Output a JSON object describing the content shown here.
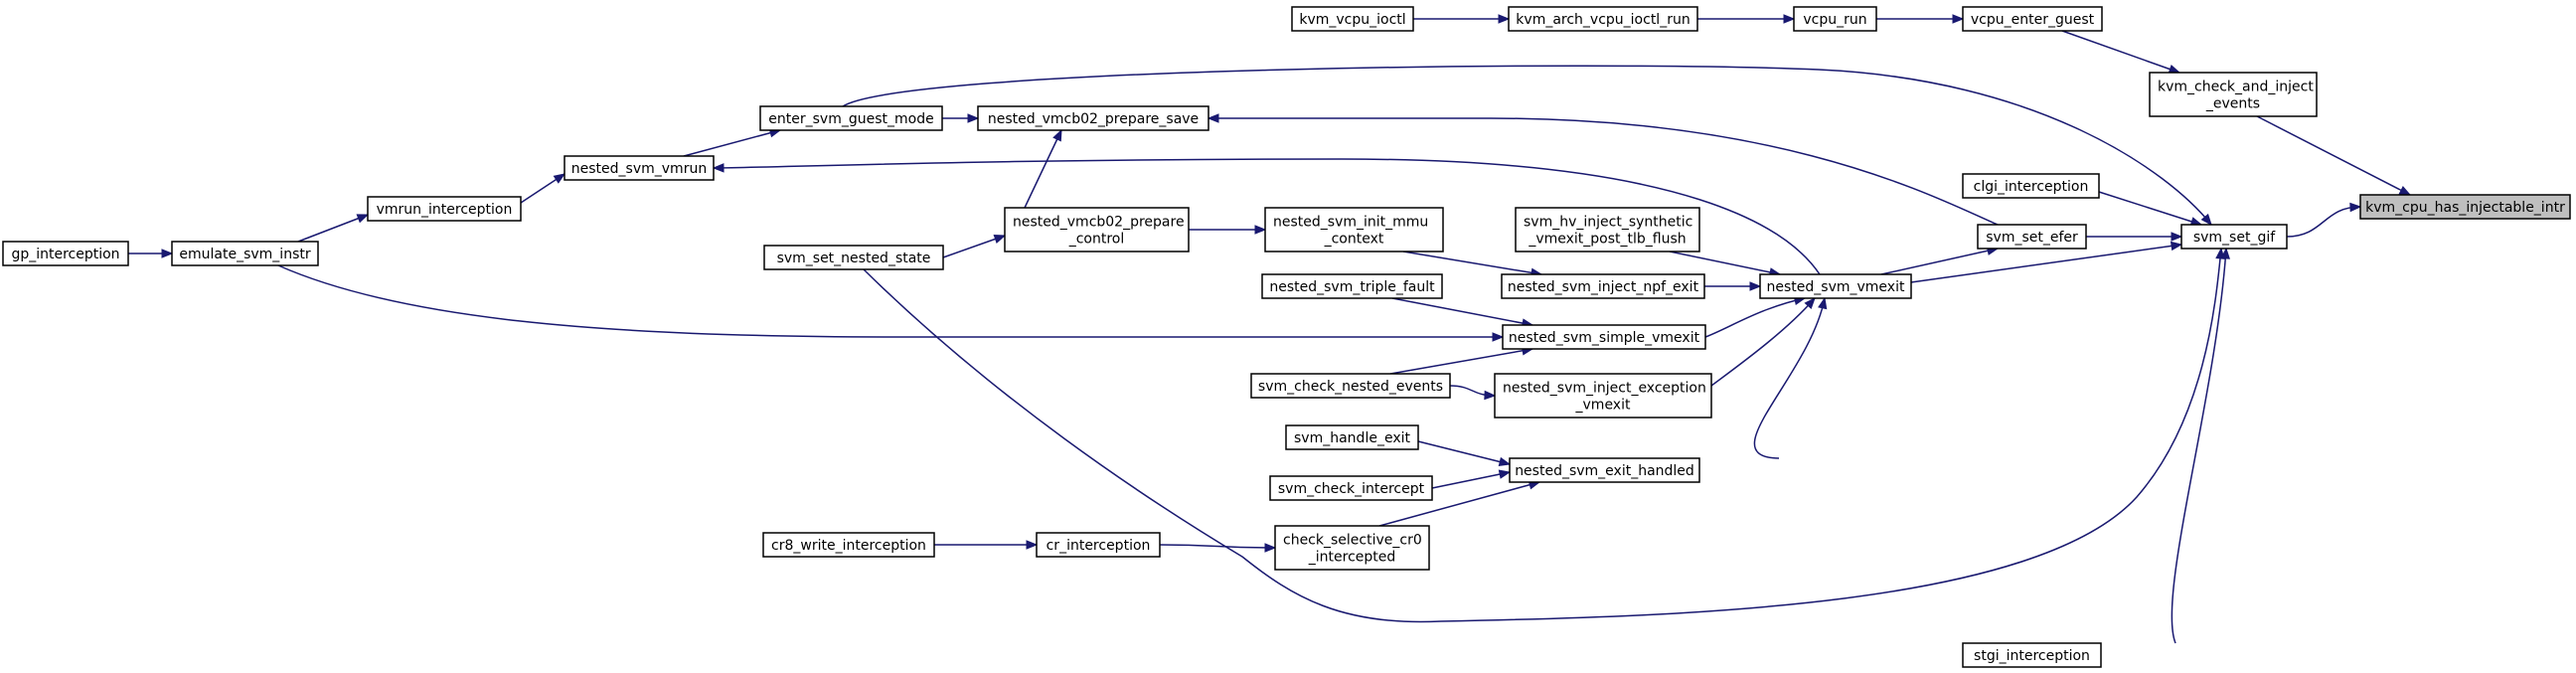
{
  "nodes": [
    {
      "id": "kvm_vcpu_ioctl",
      "lines": [
        "kvm_vcpu_ioctl"
      ]
    },
    {
      "id": "kvm_arch_vcpu_ioctl_run",
      "lines": [
        "kvm_arch_vcpu_ioctl_run"
      ]
    },
    {
      "id": "vcpu_run",
      "lines": [
        "vcpu_run"
      ]
    },
    {
      "id": "vcpu_enter_guest",
      "lines": [
        "vcpu_enter_guest"
      ]
    },
    {
      "id": "kvm_check_and_inject_events",
      "lines": [
        "kvm_check_and_inject",
        "_events"
      ]
    },
    {
      "id": "kvm_cpu_has_injectable_intr",
      "lines": [
        "kvm_cpu_has_injectable_intr"
      ],
      "highlight": true
    },
    {
      "id": "enter_svm_guest_mode",
      "lines": [
        "enter_svm_guest_mode"
      ]
    },
    {
      "id": "nested_vmcb02_prepare_save",
      "lines": [
        "nested_vmcb02_prepare_save"
      ]
    },
    {
      "id": "nested_svm_vmrun",
      "lines": [
        "nested_svm_vmrun"
      ]
    },
    {
      "id": "vmrun_interception",
      "lines": [
        "vmrun_interception"
      ]
    },
    {
      "id": "gp_interception",
      "lines": [
        "gp_interception"
      ]
    },
    {
      "id": "emulate_svm_instr",
      "lines": [
        "emulate_svm_instr"
      ]
    },
    {
      "id": "svm_set_nested_state",
      "lines": [
        "svm_set_nested_state"
      ]
    },
    {
      "id": "nested_vmcb02_prepare_control",
      "lines": [
        "nested_vmcb02_prepare",
        "_control"
      ]
    },
    {
      "id": "nested_svm_init_mmu_context",
      "lines": [
        "nested_svm_init_mmu",
        "_context"
      ]
    },
    {
      "id": "svm_hv_inject_synthetic",
      "lines": [
        "svm_hv_inject_synthetic",
        "_vmexit_post_tlb_flush"
      ]
    },
    {
      "id": "nested_svm_inject_npf_exit",
      "lines": [
        "nested_svm_inject_npf_exit"
      ]
    },
    {
      "id": "nested_svm_vmexit",
      "lines": [
        "nested_svm_vmexit"
      ]
    },
    {
      "id": "clgi_interception",
      "lines": [
        "clgi_interception"
      ]
    },
    {
      "id": "svm_set_efer",
      "lines": [
        "svm_set_efer"
      ]
    },
    {
      "id": "svm_set_gif",
      "lines": [
        "svm_set_gif"
      ]
    },
    {
      "id": "nested_svm_triple_fault",
      "lines": [
        "nested_svm_triple_fault"
      ]
    },
    {
      "id": "nested_svm_simple_vmexit",
      "lines": [
        "nested_svm_simple_vmexit"
      ]
    },
    {
      "id": "svm_check_nested_events",
      "lines": [
        "svm_check_nested_events"
      ]
    },
    {
      "id": "nested_svm_inject_exception_vmexit",
      "lines": [
        "nested_svm_inject_exception",
        "_vmexit"
      ]
    },
    {
      "id": "svm_handle_exit",
      "lines": [
        "svm_handle_exit"
      ]
    },
    {
      "id": "svm_check_intercept",
      "lines": [
        "svm_check_intercept"
      ]
    },
    {
      "id": "nested_svm_exit_handled",
      "lines": [
        "nested_svm_exit_handled"
      ]
    },
    {
      "id": "cr8_write_interception",
      "lines": [
        "cr8_write_interception"
      ]
    },
    {
      "id": "cr_interception",
      "lines": [
        "cr_interception"
      ]
    },
    {
      "id": "check_selective_cr0_intercepted",
      "lines": [
        "check_selective_cr0",
        "_intercepted"
      ]
    },
    {
      "id": "stgi_interception",
      "lines": [
        "stgi_interception"
      ]
    }
  ],
  "edges": [
    {
      "from": "kvm_vcpu_ioctl",
      "to": "kvm_arch_vcpu_ioctl_run"
    },
    {
      "from": "kvm_arch_vcpu_ioctl_run",
      "to": "vcpu_run"
    },
    {
      "from": "vcpu_run",
      "to": "vcpu_enter_guest"
    },
    {
      "from": "vcpu_enter_guest",
      "to": "kvm_check_and_inject_events"
    },
    {
      "from": "kvm_check_and_inject_events",
      "to": "kvm_cpu_has_injectable_intr"
    },
    {
      "from": "svm_set_gif",
      "to": "kvm_cpu_has_injectable_intr"
    },
    {
      "from": "enter_svm_guest_mode",
      "to": "svm_set_gif"
    },
    {
      "from": "nested_vmcb02_prepare_save",
      "to": "enter_svm_guest_mode"
    },
    {
      "from": "nested_vmcb02_prepare_control",
      "to": "enter_svm_guest_mode"
    },
    {
      "from": "nested_svm_vmrun",
      "to": "enter_svm_guest_mode"
    },
    {
      "from": "svm_set_efer",
      "to": "nested_vmcb02_prepare_save"
    },
    {
      "from": "vmrun_interception",
      "to": "nested_svm_vmrun"
    },
    {
      "from": "emulate_svm_instr",
      "to": "vmrun_interception"
    },
    {
      "from": "gp_interception",
      "to": "emulate_svm_instr"
    },
    {
      "from": "nested_svm_vmexit",
      "to": "nested_svm_vmrun"
    },
    {
      "from": "svm_set_nested_state",
      "to": "nested_vmcb02_prepare_control"
    },
    {
      "from": "nested_vmcb02_prepare_control",
      "to": "nested_svm_init_mmu_context"
    },
    {
      "from": "nested_svm_init_mmu_context",
      "to": "nested_svm_inject_npf_exit"
    },
    {
      "from": "svm_hv_inject_synthetic",
      "to": "nested_svm_vmexit"
    },
    {
      "from": "nested_svm_inject_npf_exit",
      "to": "nested_svm_vmexit"
    },
    {
      "from": "nested_svm_vmexit",
      "to": "svm_set_efer"
    },
    {
      "from": "nested_svm_vmexit",
      "to": "svm_set_gif"
    },
    {
      "from": "clgi_interception",
      "to": "svm_set_gif"
    },
    {
      "from": "svm_set_efer",
      "to": "svm_set_gif"
    },
    {
      "from": "nested_svm_simple_vmexit",
      "to": "nested_svm_vmexit"
    },
    {
      "from": "nested_svm_inject_exception_vmexit",
      "to": "nested_svm_vmexit"
    },
    {
      "from": "nested_svm_exit_handled",
      "to": "nested_svm_vmexit"
    },
    {
      "from": "nested_svm_triple_fault",
      "to": "nested_svm_simple_vmexit"
    },
    {
      "from": "svm_check_nested_events",
      "to": "nested_svm_simple_vmexit"
    },
    {
      "from": "emulate_svm_instr",
      "to": "nested_svm_simple_vmexit"
    },
    {
      "from": "svm_check_nested_events",
      "to": "nested_svm_inject_exception_vmexit"
    },
    {
      "from": "svm_handle_exit",
      "to": "nested_svm_exit_handled"
    },
    {
      "from": "svm_check_intercept",
      "to": "nested_svm_exit_handled"
    },
    {
      "from": "check_selective_cr0_intercepted",
      "to": "nested_svm_exit_handled"
    },
    {
      "from": "cr8_write_interception",
      "to": "cr_interception"
    },
    {
      "from": "cr_interception",
      "to": "check_selective_cr0_intercepted"
    },
    {
      "from": "svm_set_nested_state",
      "to": "svm_set_gif"
    },
    {
      "from": "stgi_interception",
      "to": "svm_set_gif"
    }
  ]
}
